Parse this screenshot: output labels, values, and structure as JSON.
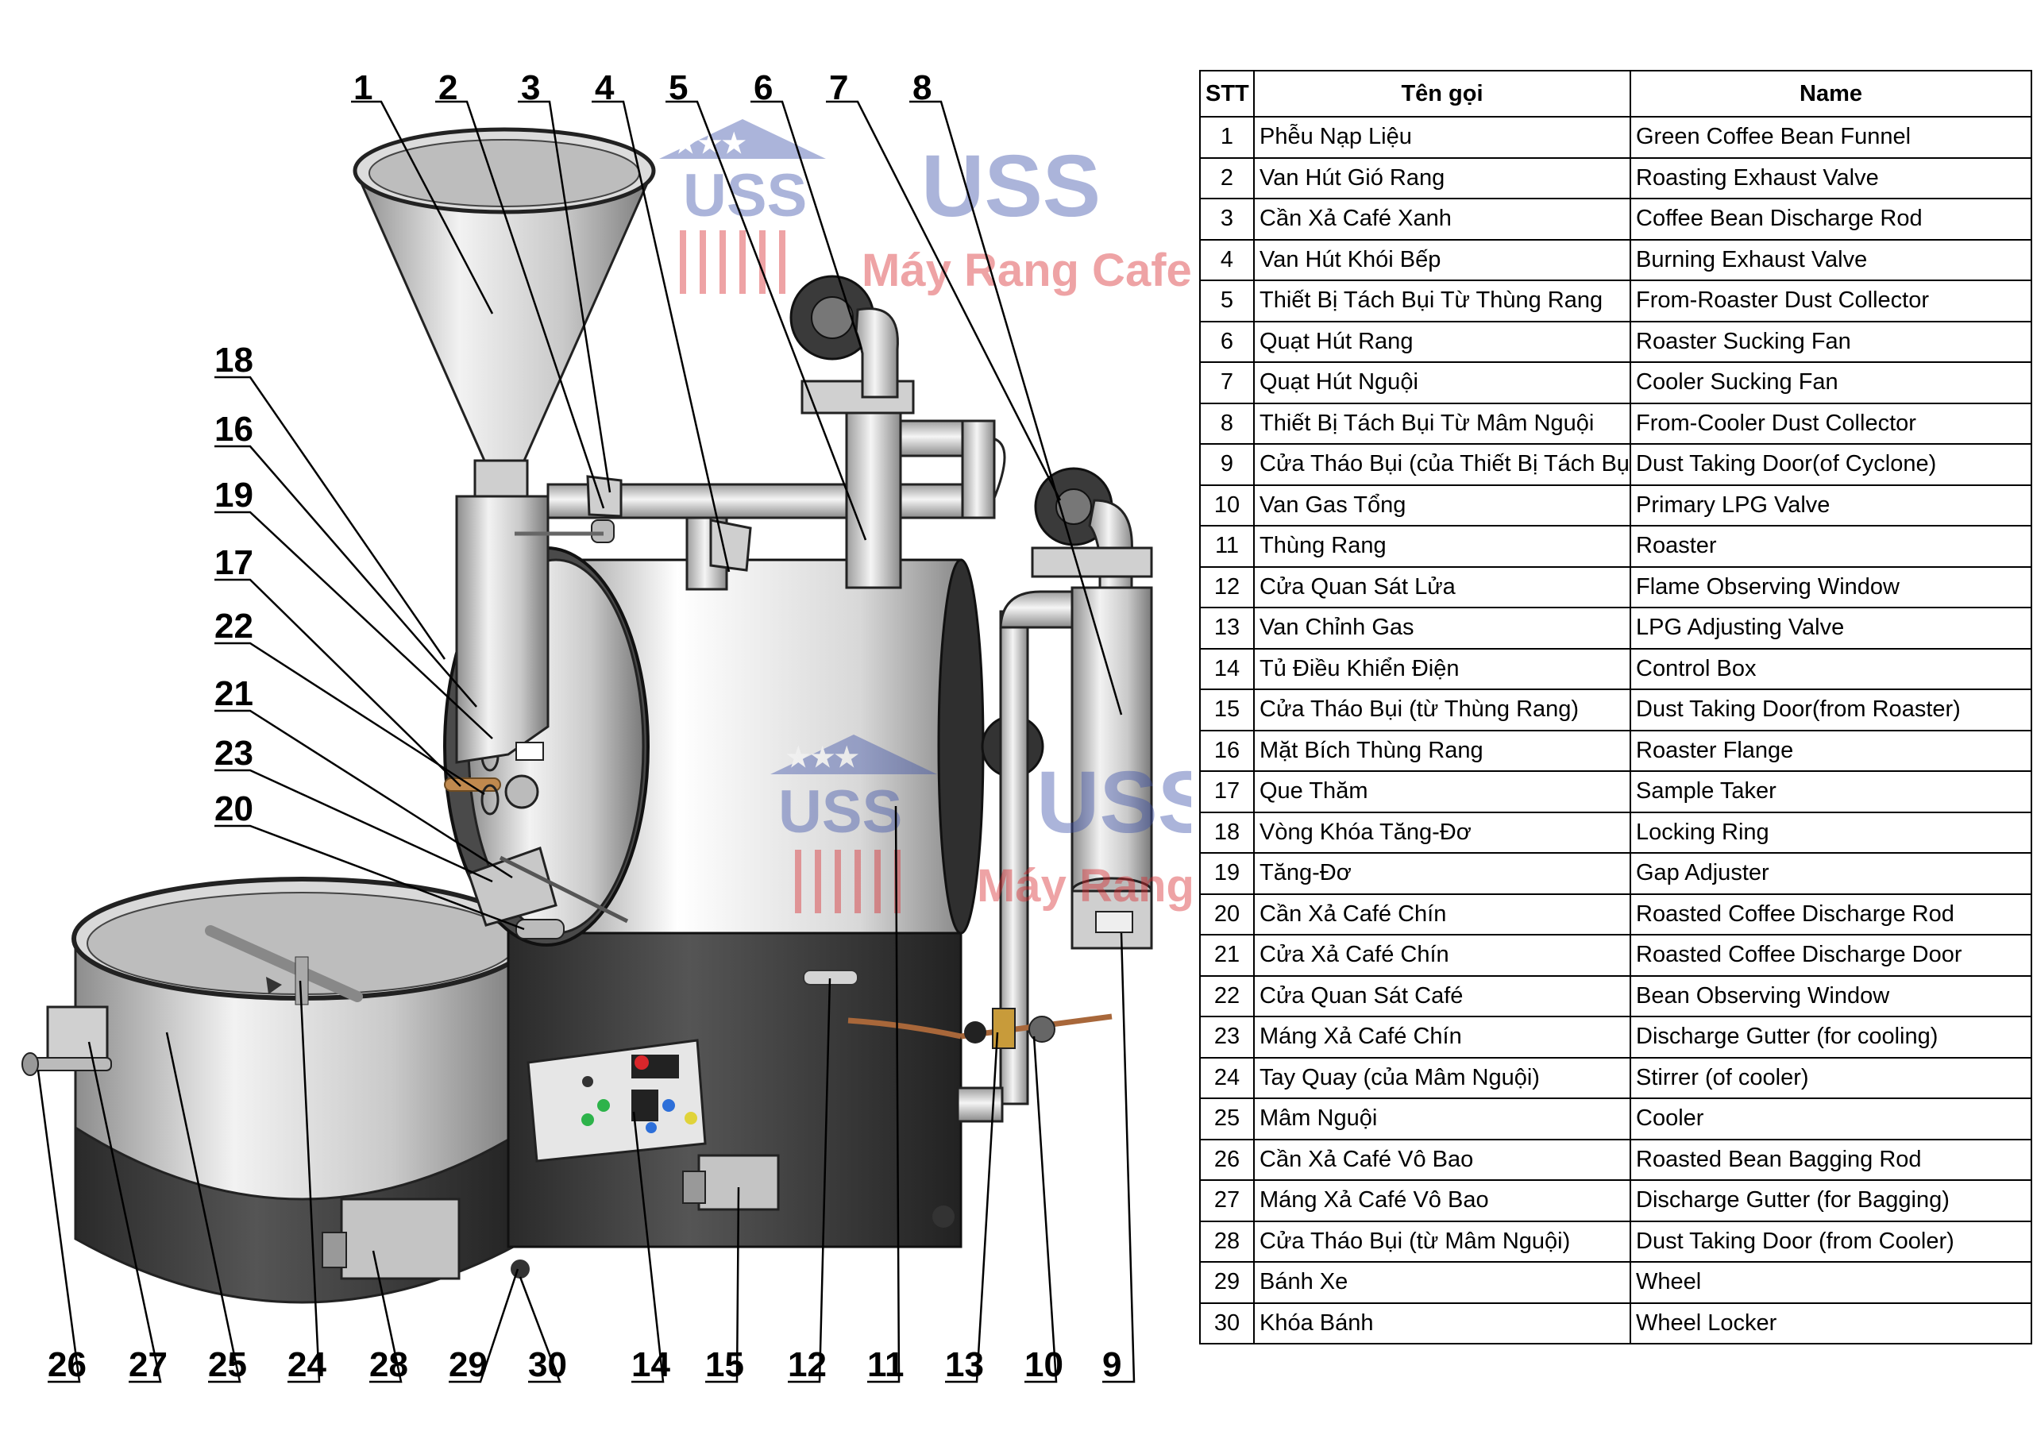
{
  "table": {
    "headers": {
      "stt": "STT",
      "ten_goi": "Tên gọi",
      "name": "Name"
    },
    "rows": [
      {
        "stt": "1",
        "vi": "Phễu Nạp Liệu",
        "en": "Green Coffee Bean Funnel"
      },
      {
        "stt": "2",
        "vi": "Van Hút Gió Rang",
        "en": "Roasting Exhaust Valve"
      },
      {
        "stt": "3",
        "vi": "Cần Xả Café Xanh",
        "en": "Coffee Bean Discharge Rod"
      },
      {
        "stt": "4",
        "vi": "Van Hút Khói Bếp",
        "en": "Burning Exhaust Valve"
      },
      {
        "stt": "5",
        "vi": "Thiết Bị Tách Bụi Từ Thùng Rang",
        "en": "From-Roaster Dust Collector"
      },
      {
        "stt": "6",
        "vi": "Quạt Hút Rang",
        "en": "Roaster Sucking Fan"
      },
      {
        "stt": "7",
        "vi": "Quạt Hút Nguội",
        "en": "Cooler Sucking Fan"
      },
      {
        "stt": "8",
        "vi": "Thiết Bị Tách Bụi Từ Mâm Nguội",
        "en": "From-Cooler Dust Collector"
      },
      {
        "stt": "9",
        "vi": "Cửa Tháo Bụi (của Thiết Bị Tách Bụi)",
        "en": "Dust Taking Door(of Cyclone)"
      },
      {
        "stt": "10",
        "vi": "Van Gas Tổng",
        "en": "Primary LPG Valve"
      },
      {
        "stt": "11",
        "vi": "Thùng Rang",
        "en": "Roaster"
      },
      {
        "stt": "12",
        "vi": "Cửa Quan Sát Lửa",
        "en": "Flame Observing Window"
      },
      {
        "stt": "13",
        "vi": "Van Chỉnh Gas",
        "en": "LPG Adjusting Valve"
      },
      {
        "stt": "14",
        "vi": "Tủ Điều Khiển Điện",
        "en": "Control Box"
      },
      {
        "stt": "15",
        "vi": "Cửa Tháo Bụi (từ Thùng Rang)",
        "en": "Dust Taking Door(from Roaster)"
      },
      {
        "stt": "16",
        "vi": "Mặt Bích Thùng Rang",
        "en": "Roaster Flange"
      },
      {
        "stt": "17",
        "vi": "Que Thăm",
        "en": "Sample Taker"
      },
      {
        "stt": "18",
        "vi": "Vòng Khóa Tăng-Đơ",
        "en": "Locking Ring"
      },
      {
        "stt": "19",
        "vi": "Tăng-Đơ",
        "en": "Gap Adjuster"
      },
      {
        "stt": "20",
        "vi": "Cần Xả Café Chín",
        "en": "Roasted Coffee Discharge Rod"
      },
      {
        "stt": "21",
        "vi": "Cửa Xả Café Chín",
        "en": "Roasted Coffee Discharge Door"
      },
      {
        "stt": "22",
        "vi": "Cửa Quan Sát Café",
        "en": "Bean Observing Window"
      },
      {
        "stt": "23",
        "vi": "Máng Xả Café Chín",
        "en": "Discharge Gutter (for cooling)"
      },
      {
        "stt": "24",
        "vi": "Tay Quay (của Mâm Nguội)",
        "en": "Stirrer (of cooler)"
      },
      {
        "stt": "25",
        "vi": "Mâm Nguội",
        "en": "Cooler"
      },
      {
        "stt": "26",
        "vi": "Cần Xả Café Vô Bao",
        "en": "Roasted Bean Bagging Rod"
      },
      {
        "stt": "27",
        "vi": "Máng Xả Café Vô Bao",
        "en": "Discharge Gutter (for Bagging)"
      },
      {
        "stt": "28",
        "vi": "Cửa Tháo Bụi (từ Mâm Nguội)",
        "en": "Dust Taking Door (from Cooler)"
      },
      {
        "stt": "29",
        "vi": "Bánh Xe",
        "en": "Wheel"
      },
      {
        "stt": "30",
        "vi": "Khóa Bánh",
        "en": "Wheel Locker"
      }
    ]
  },
  "callouts": {
    "top": [
      "1",
      "2",
      "3",
      "4",
      "5",
      "6",
      "7",
      "8"
    ],
    "left": [
      "18",
      "16",
      "19",
      "17",
      "22",
      "21",
      "23",
      "20"
    ],
    "bottom": [
      "26",
      "27",
      "25",
      "24",
      "28",
      "29",
      "30",
      "14",
      "15",
      "12",
      "11",
      "13",
      "10",
      "9"
    ]
  },
  "watermark": {
    "brand": "USS",
    "text": "Máy Rang Cafe"
  },
  "colors": {
    "watermark_blue": "#3a4fa8",
    "watermark_red": "#d9262b",
    "machine_steel": "#c8c8c8",
    "machine_dark": "#3a3a3a"
  }
}
